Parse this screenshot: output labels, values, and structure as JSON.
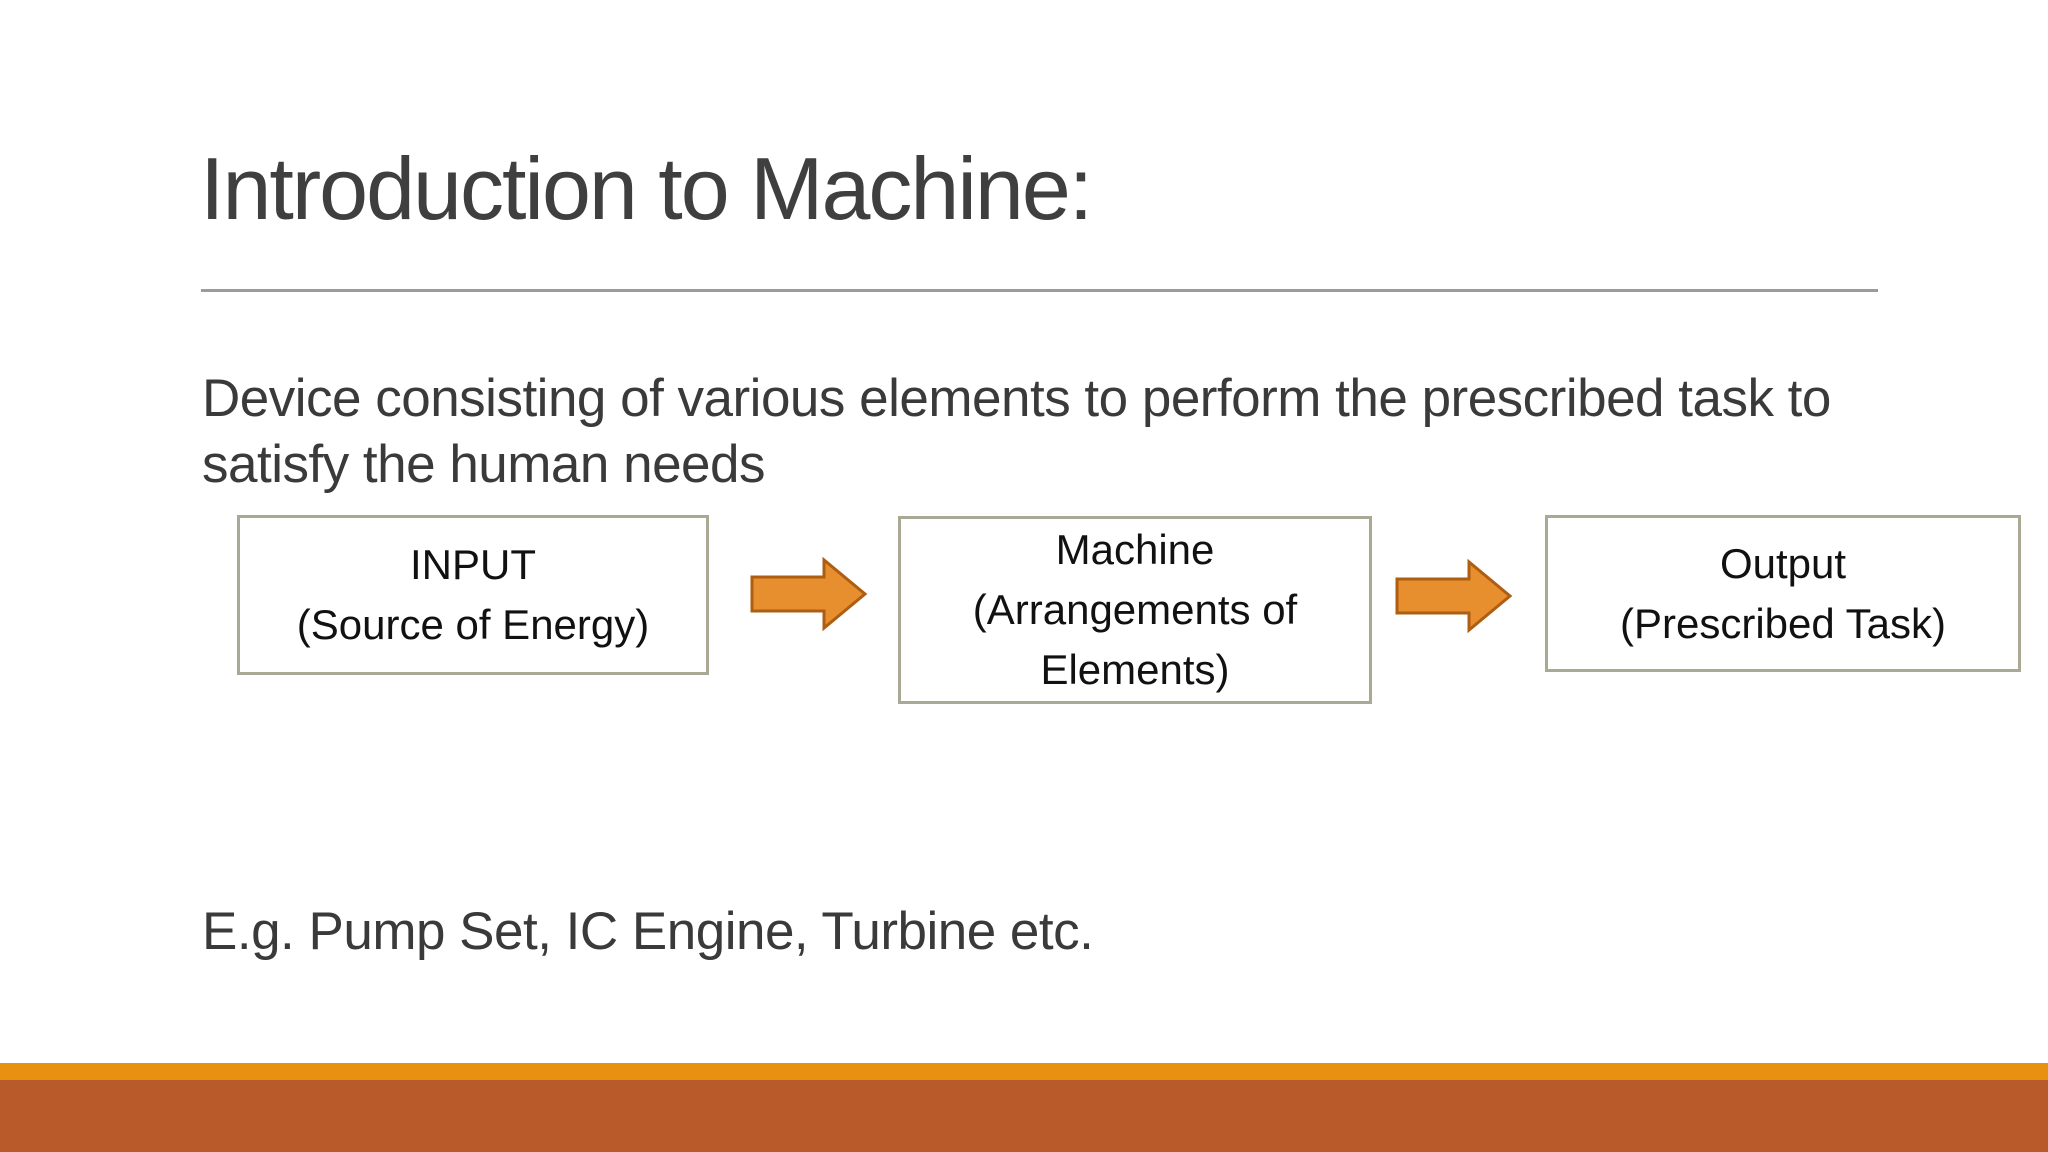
{
  "slide": {
    "title": "Introduction to Machine:",
    "body": "Device consisting of various elements to perform the prescribed task to\nsatisfy the human needs",
    "example": "E.g. Pump Set, IC Engine, Turbine etc.",
    "diagram": {
      "type": "process-flow",
      "boxes": [
        {
          "id": "input",
          "label": "INPUT\n(Source of Energy)"
        },
        {
          "id": "machine",
          "label": "Machine\n(Arrangements of\nElements)"
        },
        {
          "id": "output",
          "label": "Output\n(Prescribed Task)"
        }
      ],
      "connector_icon": "right-arrow-icon"
    },
    "colors": {
      "background": "#ffffff",
      "title_text": "#3f3f3f",
      "body_text": "#3a3a3a",
      "rule": "#9b9b9b",
      "box_border": "#a9a996",
      "box_text": "#111111",
      "arrow_fill": "#e78f2e",
      "arrow_stroke": "#ae5e12",
      "footer_strip": "#e8900f",
      "footer_bar": "#b95a2b"
    }
  }
}
